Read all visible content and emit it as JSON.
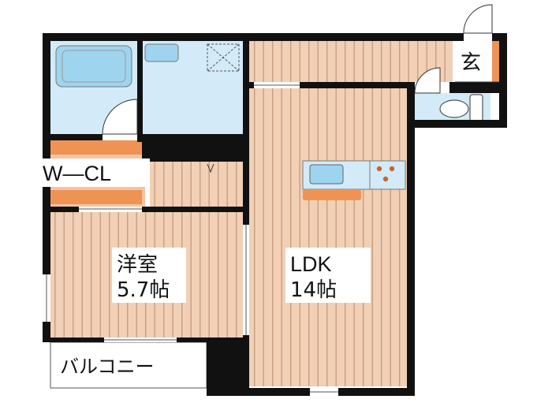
{
  "rooms": {
    "western": {
      "name": "洋室",
      "size": "5.7帖"
    },
    "ldk": {
      "name": "LDK",
      "size": "14帖"
    },
    "closet": {
      "name": "W—CL"
    },
    "entrance": {
      "name": "玄"
    },
    "balcony": {
      "name": "バルコニー"
    }
  },
  "colors": {
    "wall": "#111111",
    "floor": "#f1d0b6",
    "floor_stripe": "#c99d80",
    "wet_area": "#d3ebf8",
    "fixture": "#9ed4ee",
    "counter": "#ef9355",
    "closet": "#f4c4a2",
    "label_bg": "#ffffff"
  }
}
